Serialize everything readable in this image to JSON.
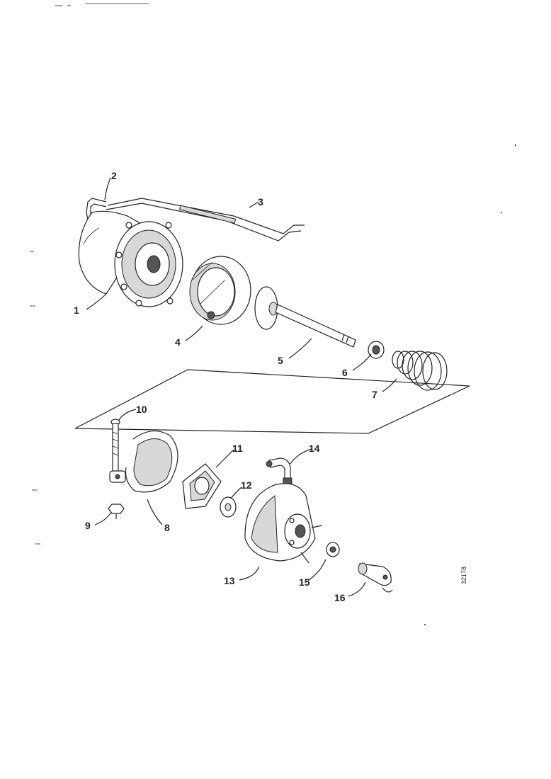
{
  "figure": {
    "reference_code": "32178",
    "callouts": [
      "1",
      "2",
      "3",
      "4",
      "5",
      "6",
      "7",
      "8",
      "9",
      "10",
      "11",
      "12",
      "13",
      "14",
      "15",
      "16"
    ]
  }
}
